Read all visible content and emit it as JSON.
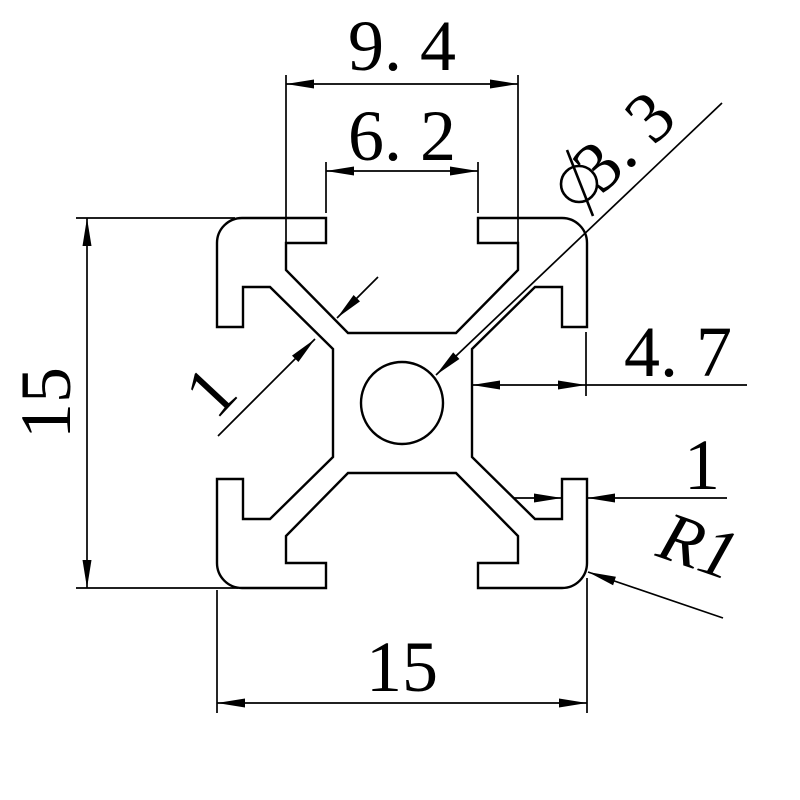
{
  "drawing": {
    "type": "technical-cross-section",
    "subject": "15x15 aluminium extrusion profile",
    "colors": {
      "background": "#ffffff",
      "line": "#000000"
    },
    "dims": {
      "slot_inner_width": {
        "label": "9. 4",
        "value": 9.4
      },
      "slot_opening_width": {
        "label": "6. 2",
        "value": 6.2
      },
      "profile_height": {
        "label": "15",
        "value": 15
      },
      "profile_width": {
        "label": "15",
        "value": 15
      },
      "edge_to_core": {
        "label": "4. 7",
        "value": 4.7
      },
      "lip_thickness": {
        "label": "1",
        "value": 1
      },
      "web_thickness": {
        "label": "1",
        "value": 1
      },
      "corner_radius": {
        "label": "R1",
        "value": 1
      },
      "hole_diameter": {
        "label": "3. 3",
        "value": 3.3,
        "symbol": "diameter-sign"
      }
    }
  }
}
